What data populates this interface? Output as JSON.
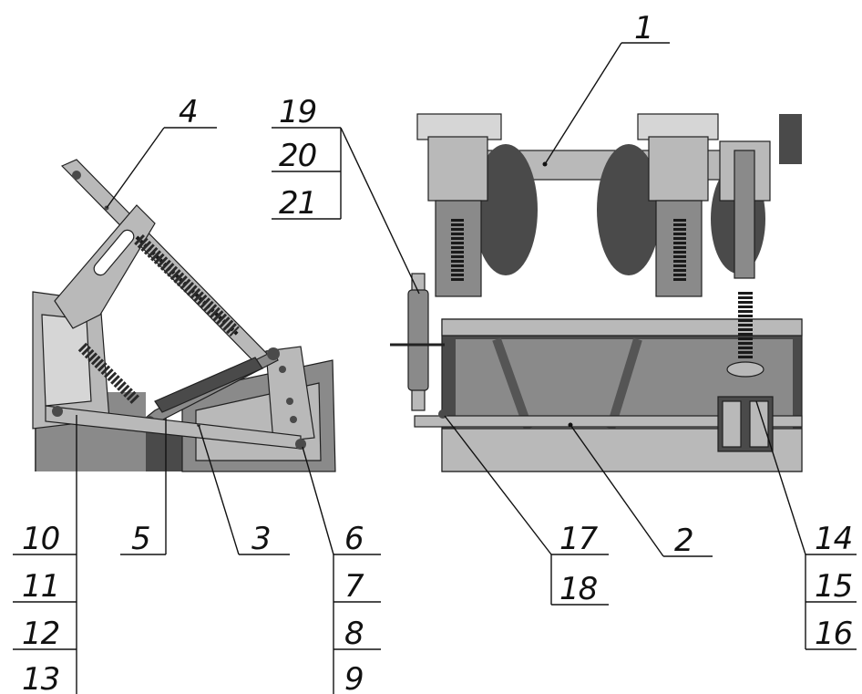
{
  "callouts": {
    "c1": "1",
    "c2": "2",
    "c3": "3",
    "c4": "4",
    "c5": "5",
    "c6": "6",
    "c7": "7",
    "c8": "8",
    "c9": "9",
    "c10": "10",
    "c11": "11",
    "c12": "12",
    "c13": "13",
    "c14": "14",
    "c15": "15",
    "c16": "16",
    "c17": "17",
    "c18": "18",
    "c19": "19",
    "c20": "20",
    "c21": "21"
  },
  "colors": {
    "ink": "#111111",
    "steel_dark": "#4a4a4a",
    "steel_mid": "#8a8a8a",
    "steel_light": "#b9b9b9"
  }
}
